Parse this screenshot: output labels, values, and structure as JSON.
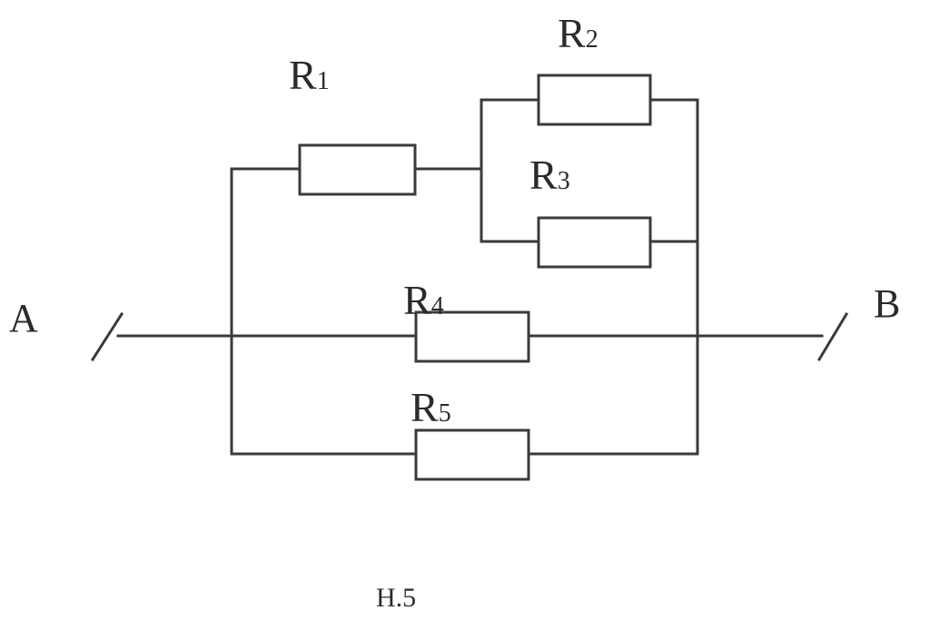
{
  "diagram": {
    "terminals": {
      "a": "A",
      "b": "B"
    },
    "resistors": [
      {
        "letter": "R",
        "index": "1"
      },
      {
        "letter": "R",
        "index": "2"
      },
      {
        "letter": "R",
        "index": "3"
      },
      {
        "letter": "R",
        "index": "4"
      },
      {
        "letter": "R",
        "index": "5"
      }
    ],
    "caption": "H.5",
    "colors": {
      "line": "#3a3a3a",
      "text": "#2b2b2b",
      "background": "#ffffff"
    }
  }
}
